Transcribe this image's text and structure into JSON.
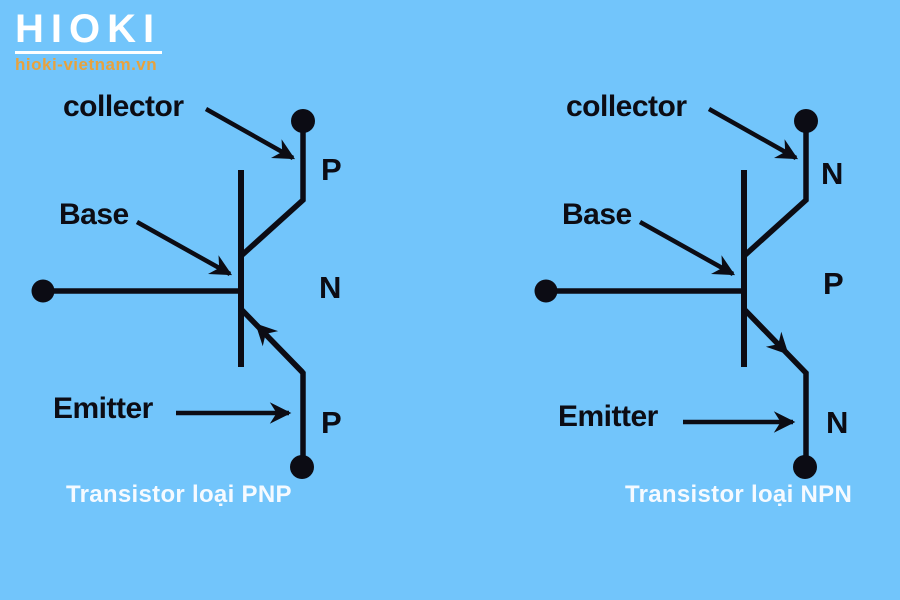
{
  "colors": {
    "background": "#72c5fb",
    "ink": "#0c0c14",
    "caption_text": "#f5faff",
    "logo_text": "#ffffff",
    "website_text": "#e8a23d"
  },
  "logo": {
    "brand": "HIOKI",
    "website": "hioki-vietnam.vn"
  },
  "diagrams": {
    "pnp": {
      "collector_label": "collector",
      "base_label": "Base",
      "emitter_label": "Emitter",
      "collector_region": "P",
      "base_region": "N",
      "emitter_region": "P",
      "caption": "Transistor loại PNP"
    },
    "npn": {
      "collector_label": "collector",
      "base_label": "Base",
      "emitter_label": "Emitter",
      "collector_region": "N",
      "base_region": "P",
      "emitter_region": "N",
      "caption": "Transistor loại NPN"
    }
  }
}
